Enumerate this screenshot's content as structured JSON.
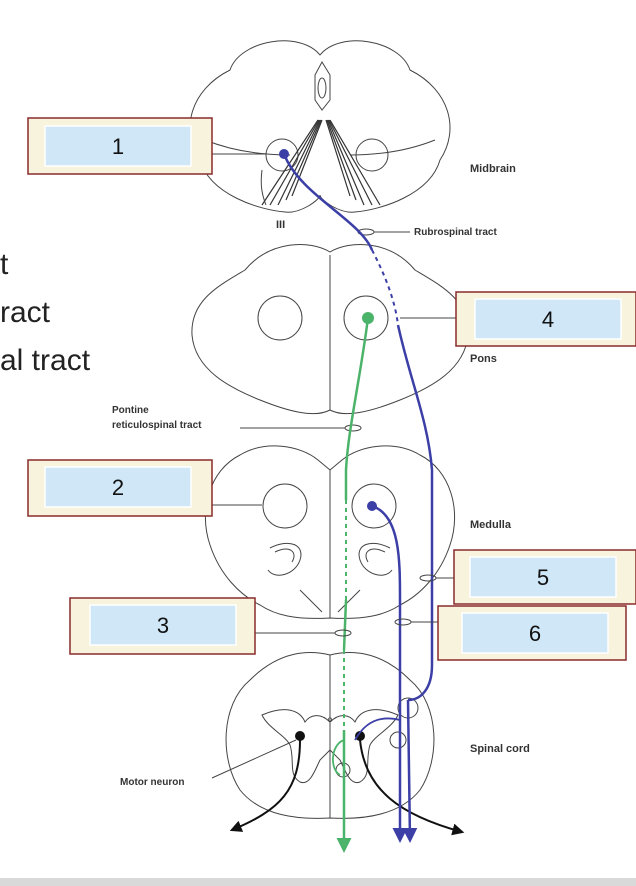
{
  "sections": {
    "midbrain": "Midbrain",
    "pons": "Pons",
    "medulla": "Medulla",
    "spinal_cord": "Spinal cord"
  },
  "annotations": {
    "rubrospinal": "Rubrospinal tract",
    "pontine_line1": "Pontine",
    "pontine_line2": "reticulospinal tract",
    "motor_neuron": "Motor neuron",
    "nerve_III": "III",
    "midline_mark": "o"
  },
  "answer_boxes": [
    "1",
    "2",
    "3",
    "4",
    "5",
    "6"
  ],
  "side_text": [
    "t",
    "ract",
    "al tract"
  ],
  "colors": {
    "rubrospinal_tract": "#3b3fa6",
    "reticulospinal_tract": "#4cb36a",
    "box_fill": "#cfe7f7",
    "box_frame": "#f7f3dd",
    "box_border": "#8a2b2b"
  }
}
